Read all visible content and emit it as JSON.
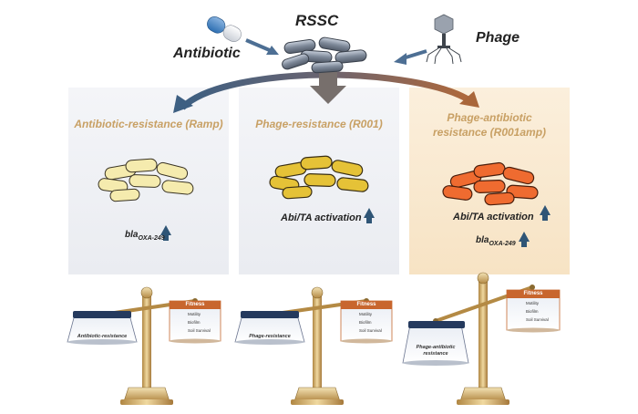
{
  "top": {
    "center_label": "RSSC",
    "left_label": "Antibiotic",
    "right_label": "Phage"
  },
  "panels": [
    {
      "title_line1": "Antibiotic-resistance (Ramp)",
      "title_line2": "",
      "gene": "bla",
      "gene_sub": "OXA-249",
      "activation": "",
      "color": "#f3e6a8"
    },
    {
      "title_line1": "Phage-resistance (R001)",
      "title_line2": "",
      "gene": "",
      "gene_sub": "",
      "activation": "Abi/TA activation",
      "color": "#e8c43a"
    },
    {
      "title_line1": "Phage-antibiotic",
      "title_line2": "resistance (R001amp)",
      "gene": "bla",
      "gene_sub": "OXA-249",
      "activation": "Abi/TA activation",
      "color": "#f07034"
    }
  ],
  "scales": [
    {
      "left_pan": "Antibiotic-resistance",
      "fitness_title": "Fitness",
      "fitness_items": [
        "Motility",
        "Biofilm",
        "Soil Survival"
      ]
    },
    {
      "left_pan": "Phage-resistance",
      "fitness_title": "Fitness",
      "fitness_items": [
        "Motility",
        "Biofilm",
        "Soil Survival"
      ]
    },
    {
      "left_pan_line1": "Phage-antibiotic",
      "left_pan_line2": "resistance",
      "fitness_title": "Fitness",
      "fitness_items": [
        "Motility",
        "Biofilm",
        "Soil Survival"
      ]
    }
  ],
  "colors": {
    "title": "#c8a064",
    "arrow_blue": "#3d5f82",
    "arrow_brown": "#8a5a34",
    "fitness_orange": "#c8662e",
    "pan_navy": "#253a5e"
  },
  "icons": [
    "pill-icon",
    "phage-icon",
    "bacteria-icon",
    "up-arrow-icon",
    "balance-scale-icon"
  ]
}
